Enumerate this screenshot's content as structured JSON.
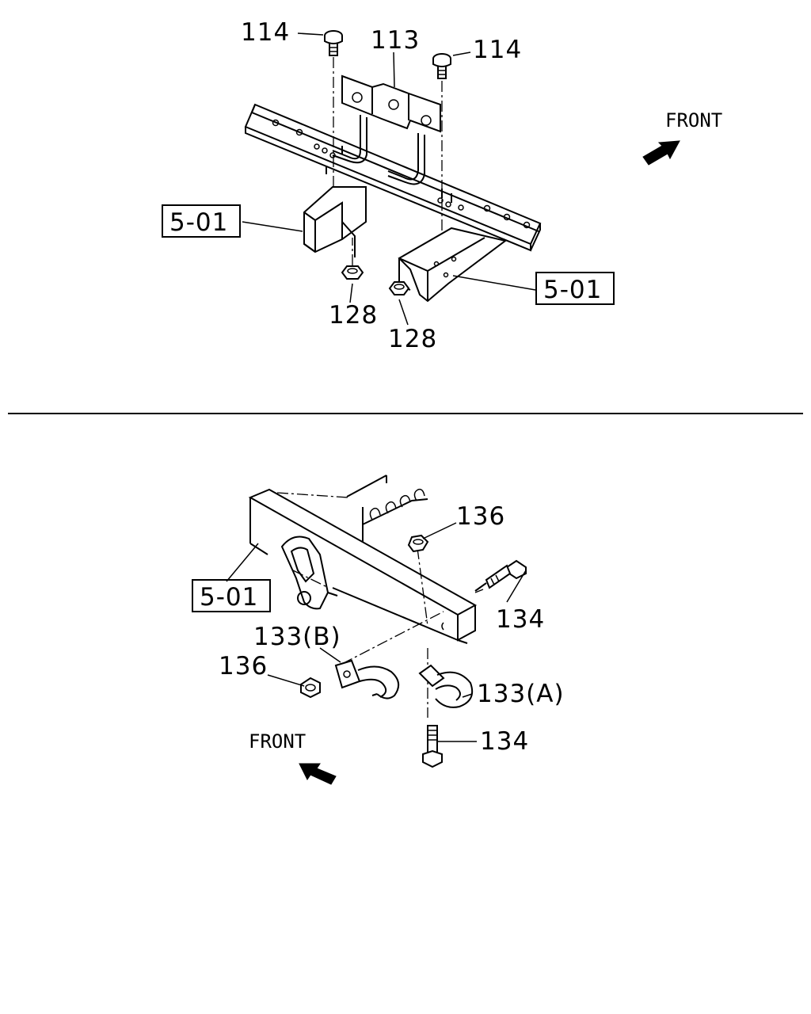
{
  "top_view": {
    "callouts": [
      {
        "id": "114-left",
        "text": "114"
      },
      {
        "id": "113",
        "text": "113"
      },
      {
        "id": "114-right",
        "text": "114"
      },
      {
        "id": "128-left",
        "text": "128"
      },
      {
        "id": "128-right",
        "text": "128"
      }
    ],
    "refs": [
      {
        "id": "ref-left",
        "text": "5-01"
      },
      {
        "id": "ref-right",
        "text": "5-01"
      }
    ],
    "front_label": "FRONT"
  },
  "bottom_view": {
    "callouts": [
      {
        "id": "136-top",
        "text": "136"
      },
      {
        "id": "134-top",
        "text": "134"
      },
      {
        "id": "133b",
        "text": "133(B)"
      },
      {
        "id": "136-left",
        "text": "136"
      },
      {
        "id": "133a",
        "text": "133(A)"
      },
      {
        "id": "134-bottom",
        "text": "134"
      }
    ],
    "refs": [
      {
        "id": "ref-bottom",
        "text": "5-01"
      }
    ],
    "front_label": "FRONT"
  },
  "colors": {
    "line": "#000000",
    "background": "#ffffff"
  },
  "icons": {
    "front_arrow": "arrow-icon"
  }
}
